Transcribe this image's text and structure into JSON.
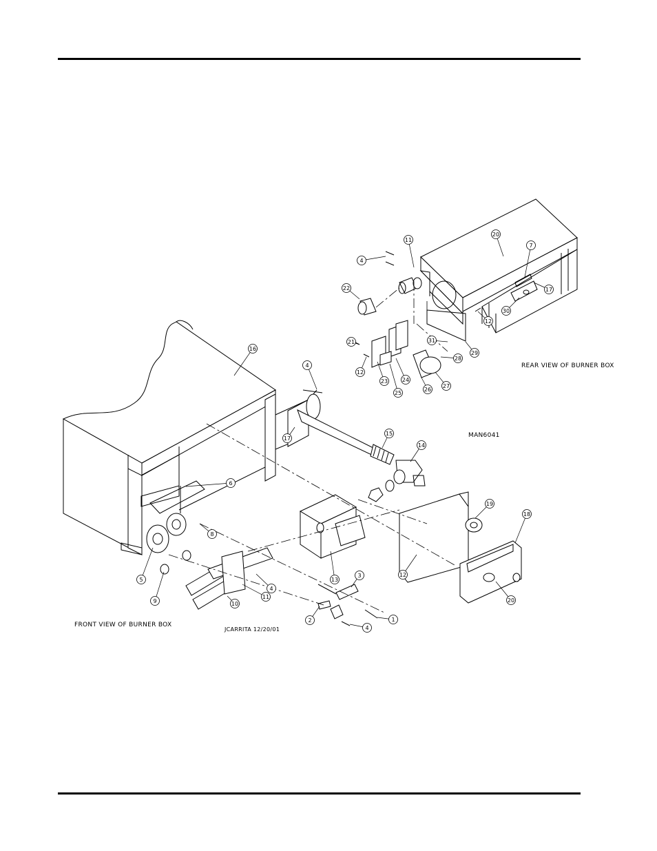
{
  "diagram": {
    "captions": {
      "rear_view": "REAR VIEW OF BURNER BOX",
      "front_view": "FRONT VIEW OF BURNER BOX",
      "drawing_number": "MAN6041",
      "author_date": "JCARRITA 12/20/01"
    },
    "callouts": [
      {
        "id": "c-11a",
        "label": "11"
      },
      {
        "id": "c-4a",
        "label": "4"
      },
      {
        "id": "c-20a",
        "label": "20"
      },
      {
        "id": "c-7",
        "label": "7"
      },
      {
        "id": "c-17a",
        "label": "17"
      },
      {
        "id": "c-30",
        "label": "30"
      },
      {
        "id": "c-22",
        "label": "22"
      },
      {
        "id": "c-12a",
        "label": "12"
      },
      {
        "id": "c-31",
        "label": "31"
      },
      {
        "id": "c-29",
        "label": "29"
      },
      {
        "id": "c-21",
        "label": "21"
      },
      {
        "id": "c-12b",
        "label": "12"
      },
      {
        "id": "c-23",
        "label": "23"
      },
      {
        "id": "c-24",
        "label": "24"
      },
      {
        "id": "c-25",
        "label": "25"
      },
      {
        "id": "c-26",
        "label": "26"
      },
      {
        "id": "c-27",
        "label": "27"
      },
      {
        "id": "c-28",
        "label": "28"
      },
      {
        "id": "c-16",
        "label": "16"
      },
      {
        "id": "c-4b",
        "label": "4"
      },
      {
        "id": "c-17b",
        "label": "17"
      },
      {
        "id": "c-15",
        "label": "15"
      },
      {
        "id": "c-14",
        "label": "14"
      },
      {
        "id": "c-6",
        "label": "6"
      },
      {
        "id": "c-19",
        "label": "19"
      },
      {
        "id": "c-18",
        "label": "18"
      },
      {
        "id": "c-8",
        "label": "8"
      },
      {
        "id": "c-13",
        "label": "13"
      },
      {
        "id": "c-12c",
        "label": "12"
      },
      {
        "id": "c-5",
        "label": "5"
      },
      {
        "id": "c-9",
        "label": "9"
      },
      {
        "id": "c-4c",
        "label": "4"
      },
      {
        "id": "c-11b",
        "label": "11"
      },
      {
        "id": "c-10",
        "label": "10"
      },
      {
        "id": "c-3",
        "label": "3"
      },
      {
        "id": "c-20b",
        "label": "20"
      },
      {
        "id": "c-1",
        "label": "1"
      },
      {
        "id": "c-2",
        "label": "2"
      },
      {
        "id": "c-4d",
        "label": "4"
      }
    ]
  }
}
